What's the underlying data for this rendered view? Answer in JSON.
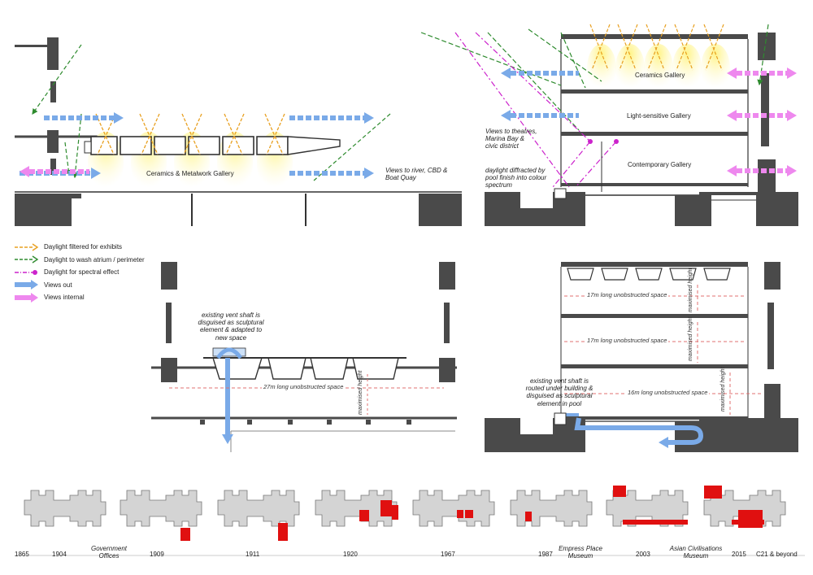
{
  "legend": [
    {
      "label": "Daylight filtered for exhibits",
      "color": "#e8a020",
      "style": "dash"
    },
    {
      "label": "Daylight to wash atrium / perimeter",
      "color": "#2e8b2e",
      "style": "dash"
    },
    {
      "label": "Daylight for spectral effect",
      "color": "#cc22cc",
      "style": "dash-dot"
    },
    {
      "label": "Views out",
      "color": "#7aaae8",
      "style": "arrow"
    },
    {
      "label": "Views internal",
      "color": "#ee88ee",
      "style": "arrow"
    }
  ],
  "section_top_left": {
    "gallery": "Ceramics & Metalwork Gallery",
    "views_note": "Views to river, CBD & Boat Quay"
  },
  "section_top_right": {
    "galleries": [
      "Ceramics Gallery",
      "Light-sensitive Gallery",
      "Contemporary Gallery"
    ],
    "views_note": "Views to theatres, Marina Bay & civic district",
    "pool_note": "daylight diffracted by pool finish into colour spectrum"
  },
  "section_bottom_left": {
    "vent_note": "existing vent shaft is disguised as sculptural element & adapted to new space",
    "space_label": "27m long unobstructed space",
    "height_label": "maximised height"
  },
  "section_bottom_right": {
    "space_upper": "17m long unobstructed space",
    "space_middle": "17m long unobstructed space",
    "space_lower": "16m long unobstructed space",
    "height_label": "maximised height",
    "vent_note": "existing vent shaft is routed under building & disguised as sculptural element in pool"
  },
  "timeline": {
    "years": [
      "1865",
      "1904",
      "1909",
      "1911",
      "1920",
      "1967",
      "1987",
      "2003",
      "2015",
      "C21 & beyond"
    ],
    "eras": [
      "Government Offices",
      "Empress Place Museum",
      "Asian Civilisations Museum"
    ]
  },
  "colors": {
    "wall": "#4a4a4a",
    "plan_fill": "#d4d4d4",
    "plan_new": "#e01010",
    "glow": "#fff6a0"
  }
}
